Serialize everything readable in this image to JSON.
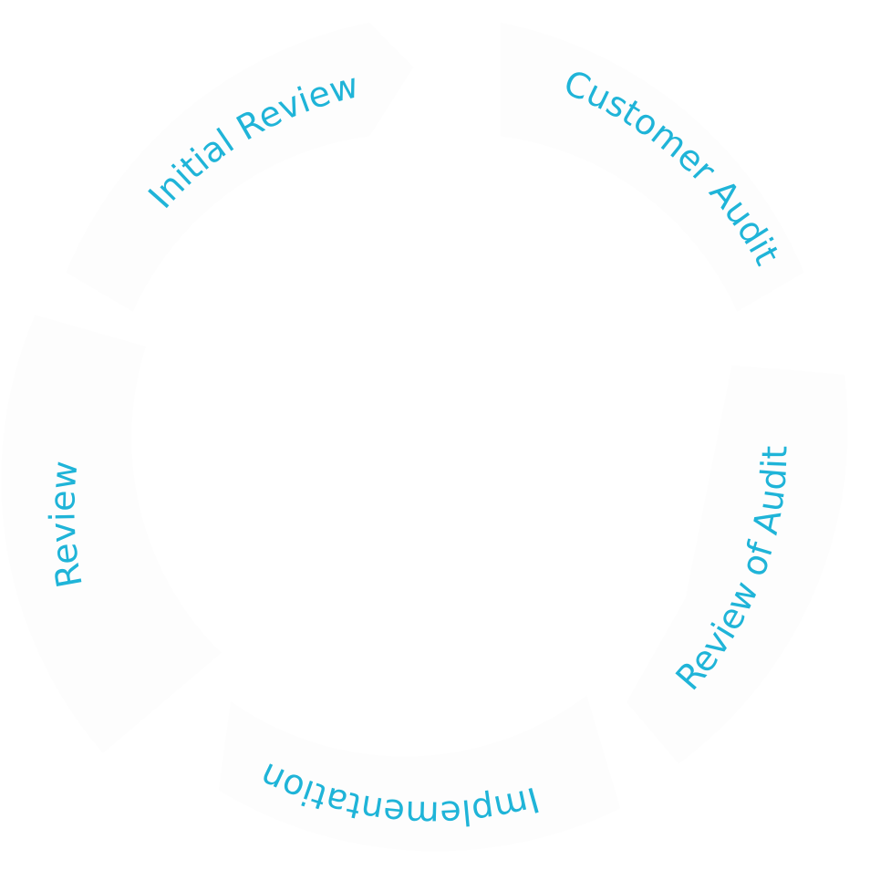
{
  "colors": {
    "text": "#1fb4d8",
    "segment_fill": "#fdfdfd",
    "background": "#ffffff"
  },
  "stages": [
    {
      "label": "Initial Review"
    },
    {
      "label": "Customer Audit"
    },
    {
      "label": "Review of Audit"
    },
    {
      "label": "Implementation"
    },
    {
      "label": "Review"
    }
  ]
}
